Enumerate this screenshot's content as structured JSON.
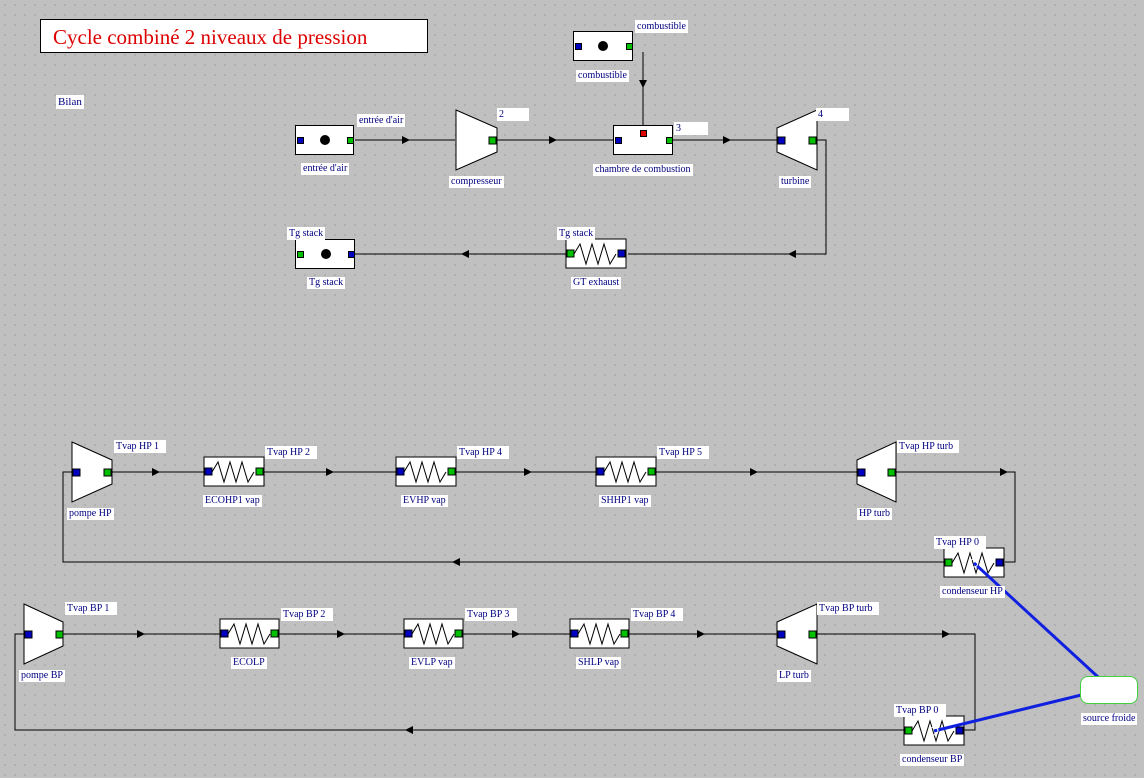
{
  "title": "Cycle combiné 2 niveaux de pression",
  "bilan": "Bilan",
  "components": {
    "entree_air": "entrée d'air",
    "compresseur": "compresseur",
    "chambre": "chambre de combustion",
    "turbine": "turbine",
    "combustible": "combustible",
    "tg_stack": "Tg stack",
    "gt_exhaust": "GT exhaust",
    "pompe_hp": "pompe HP",
    "ecohp1": "ECOHP1 vap",
    "evhp": "EVHP vap",
    "shhp1": "SHHP1 vap",
    "hp_turb": "HP turb",
    "condenseur_hp": "condenseur HP",
    "pompe_bp": "pompe BP",
    "ecolp": "ECOLP",
    "evlp": "EVLP vap",
    "shlp": "SHLP vap",
    "lp_turb": "LP turb",
    "condenseur_bp": "condenseur BP",
    "source_froide": "source froide"
  },
  "points": {
    "entree_air": "entrée d'air",
    "p2": "2",
    "p3": "3",
    "p4": "4",
    "combustible": "combustible",
    "tg_stack_in": "Tg stack",
    "tg_stack_out": "Tg stack",
    "tvap_hp1": "Tvap HP 1",
    "tvap_hp2": "Tvap HP 2",
    "tvap_hp4": "Tvap HP 4",
    "tvap_hp5": "Tvap HP 5",
    "tvap_hp_turb": "Tvap HP turb",
    "tvap_hp0": "Tvap HP 0",
    "tvap_bp1": "Tvap BP 1",
    "tvap_bp2": "Tvap BP 2",
    "tvap_bp3": "Tvap BP 3",
    "tvap_bp4": "Tvap BP 4",
    "tvap_bp_turb": "Tvap BP turb",
    "tvap_bp0": "Tvap BP 0"
  }
}
